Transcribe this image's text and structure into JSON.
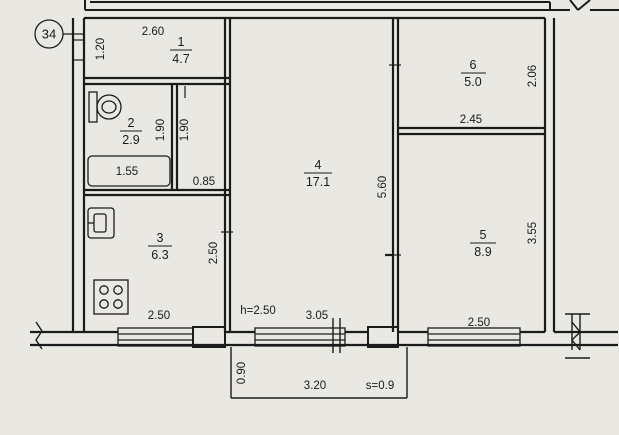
{
  "plan": {
    "building_number": "34",
    "ceiling_height": "h=2.50",
    "balcony_area": "s=0.9"
  },
  "rooms": [
    {
      "number": "1",
      "area": "4.7"
    },
    {
      "number": "2",
      "area": "2.9"
    },
    {
      "number": "3",
      "area": "6.3"
    },
    {
      "number": "4",
      "area": "17.1"
    },
    {
      "number": "5",
      "area": "8.9"
    },
    {
      "number": "6",
      "area": "5.0"
    }
  ],
  "dimensions": {
    "d260": "2.60",
    "d120": "1.20",
    "d190a": "1.90",
    "d190b": "1.90",
    "d155": "1.55",
    "d085": "0.85",
    "d250_kitchen_v": "2.50",
    "d250_kitchen_h": "2.50",
    "d560": "5.60",
    "d305": "3.05",
    "d206": "2.06",
    "d245": "2.45",
    "d355": "3.55",
    "d250_room5": "2.50",
    "d090": "0.90",
    "d320": "3.20"
  },
  "colors": {
    "paper": "#eae8e3",
    "ink": "#1b1b1b"
  }
}
